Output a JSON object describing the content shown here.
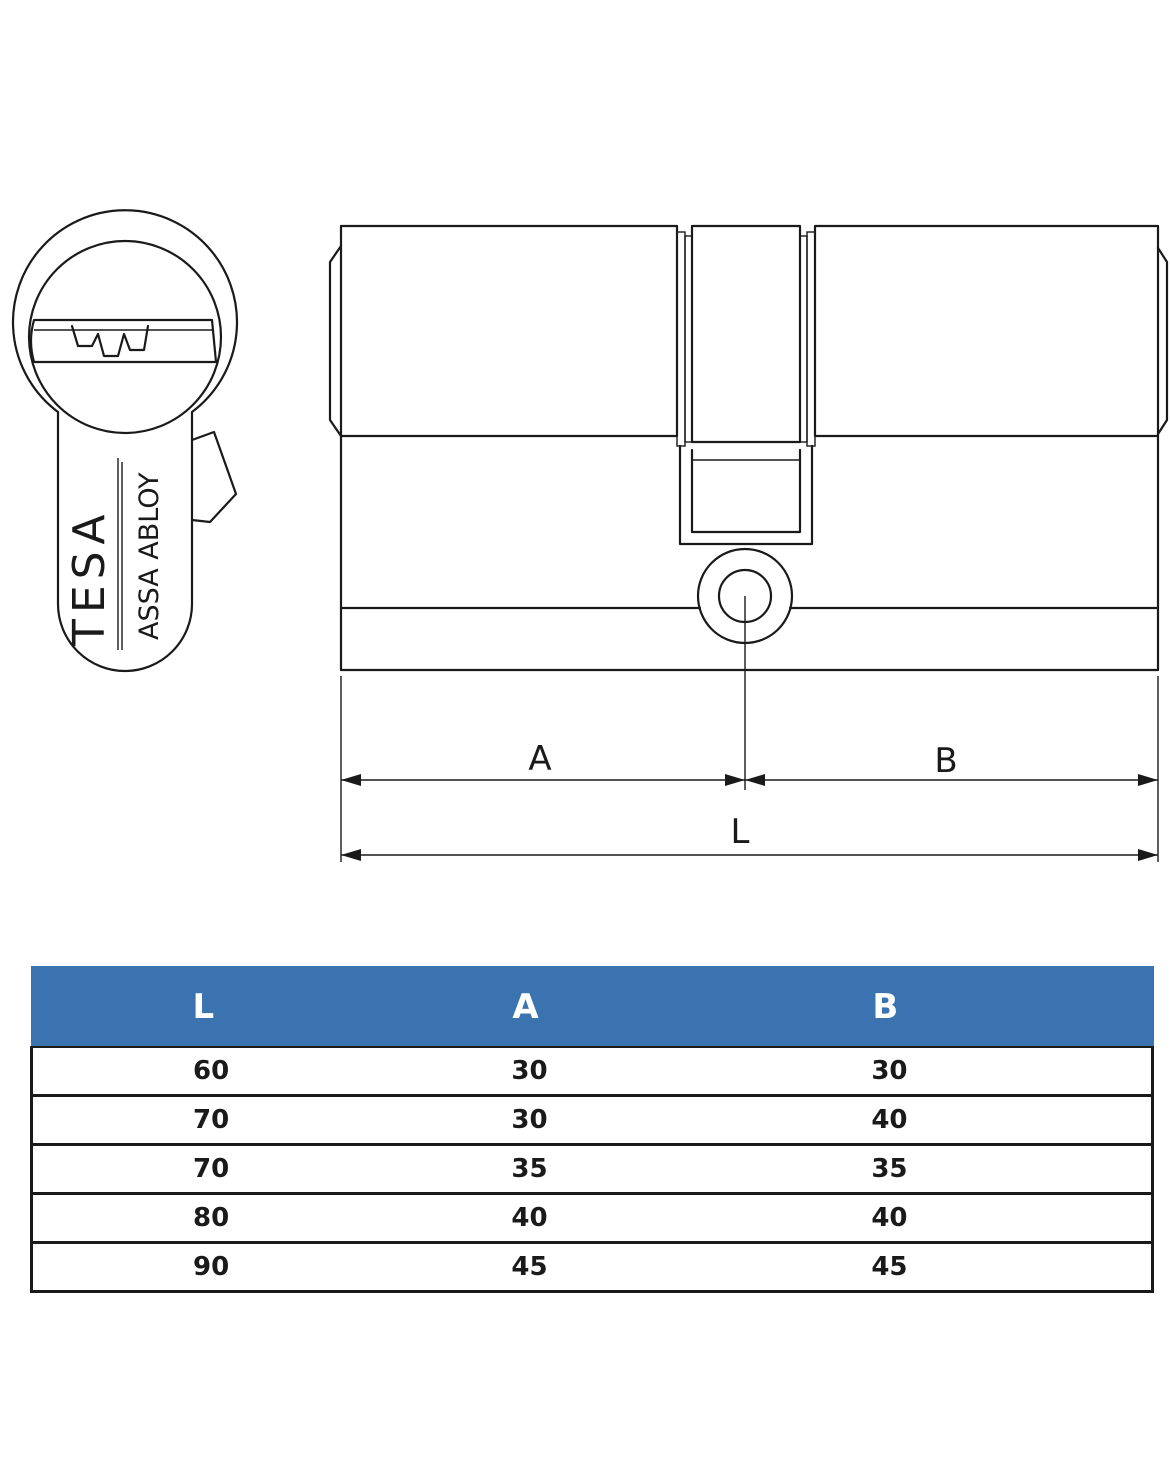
{
  "logo": {
    "brand": "TESA",
    "group": "ASSA ABLOY"
  },
  "dimensions": {
    "a_label": "A",
    "b_label": "B",
    "l_label": "L"
  },
  "table": {
    "header_color": "#3a73b0",
    "columns": [
      "L",
      "A",
      "B"
    ],
    "rows": [
      [
        "60",
        "30",
        "30"
      ],
      [
        "70",
        "30",
        "40"
      ],
      [
        "70",
        "35",
        "35"
      ],
      [
        "80",
        "40",
        "40"
      ],
      [
        "90",
        "45",
        "45"
      ]
    ]
  }
}
